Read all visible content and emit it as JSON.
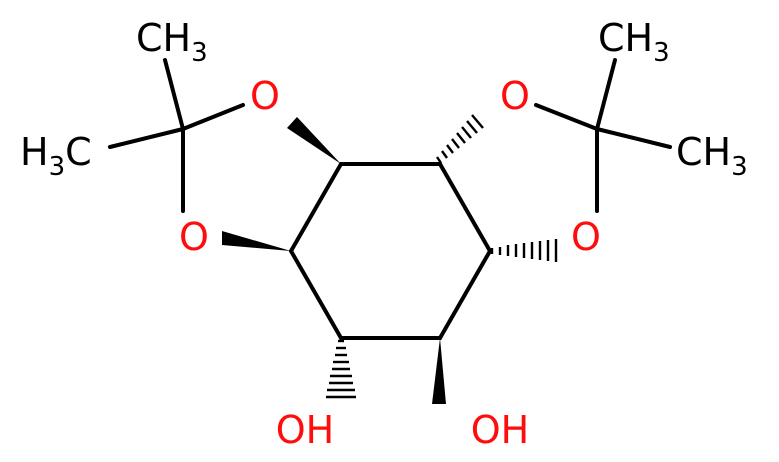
{
  "molecule": {
    "colors": {
      "oxygen": "#ff0d0d",
      "carbon": "#000000"
    },
    "labels": {
      "o_top_left": "O",
      "o_left": "O",
      "o_top_right": "O",
      "o_right": "O",
      "oh_left": "OH",
      "oh_right": "OH",
      "ch3_top_left": {
        "main": "CH",
        "sub": "3"
      },
      "ch3_left": {
        "main": "H",
        "sub": "3",
        "tail": "C"
      },
      "ch3_top_right": {
        "main": "CH",
        "sub": "3"
      },
      "ch3_right": {
        "main": "CH",
        "sub": "3"
      }
    }
  }
}
